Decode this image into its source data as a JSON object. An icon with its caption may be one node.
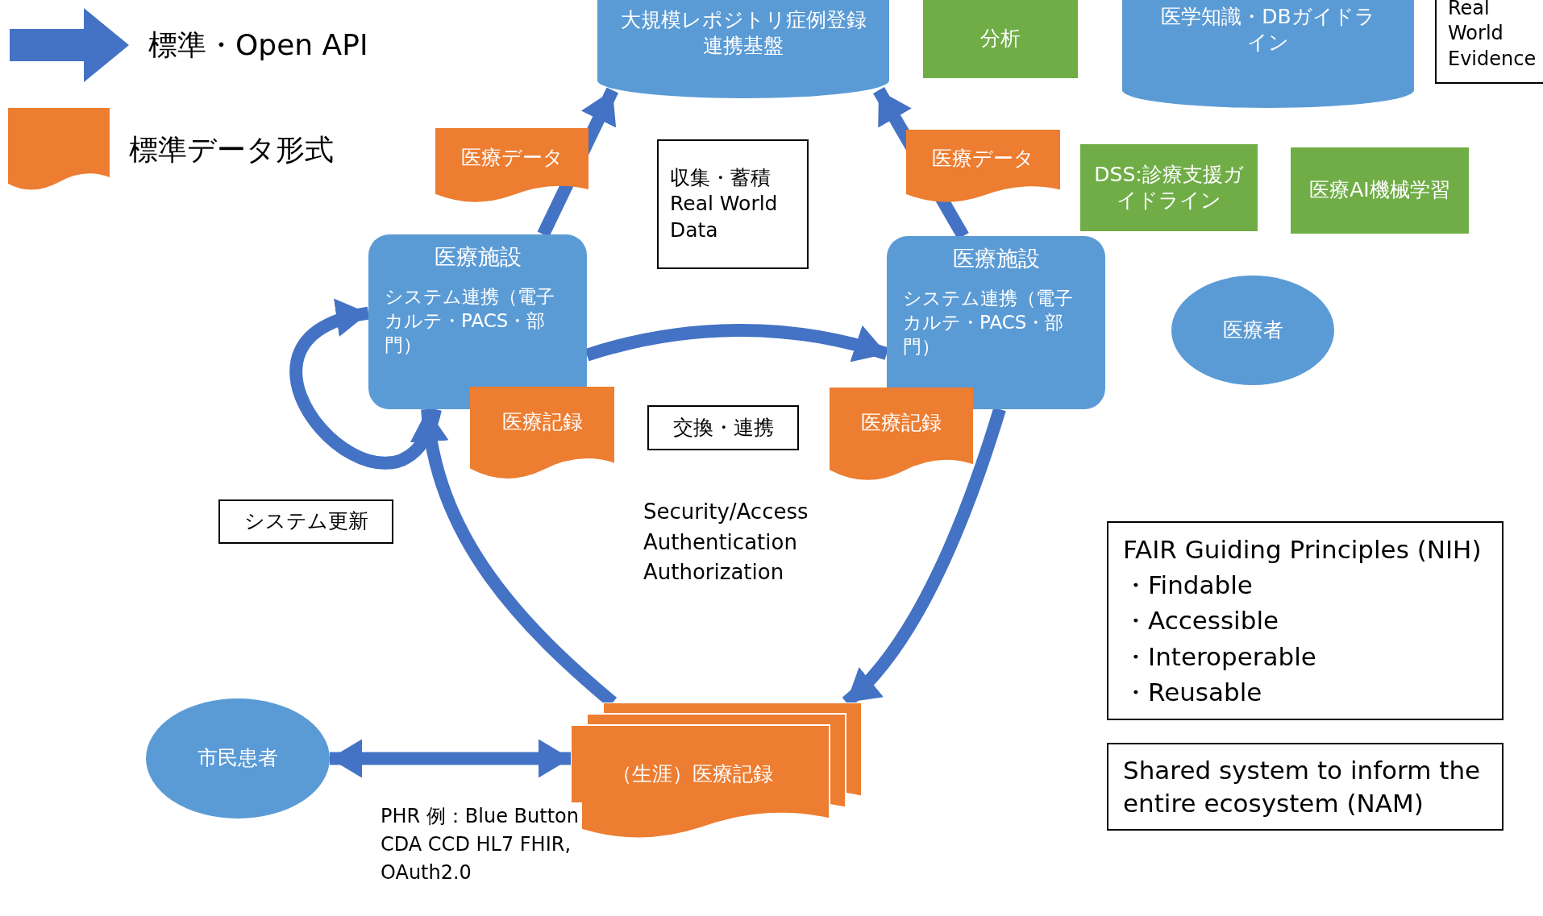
{
  "diagram": {
    "nodes": [
      {
        "text": [
          "大規模レポジトリ症例登録連携基盤"
        ]
      },
      {
        "text": [
          "分析"
        ]
      },
      {
        "text": [
          "医学知識・DBガイドライン"
        ]
      },
      {
        "text": [
          "Real World Evidence"
        ]
      },
      {
        "text": [
          "収集・蓄積 Real World Data"
        ]
      },
      {
        "text": [
          "DSS:診療支援ガイドライン"
        ]
      },
      {
        "text": [
          "医療AI機械学習"
        ]
      },
      {
        "text": [
          "医療施設",
          "システム連携（電子カルテ・PACS・部門）"
        ]
      },
      {
        "text": [
          "医療記録"
        ]
      },
      {
        "text": [
          "交換・連携"
        ]
      },
      {
        "text": [
          "医療施設",
          "システム連携（電子カルテ・PACS・部門）"
        ]
      },
      {
        "text": [
          "医療記録"
        ]
      },
      {
        "text": [
          "医療者"
        ]
      },
      {
        "text": [
          "システム更新"
        ]
      },
      {
        "text": [
          "市民患者"
        ]
      },
      {
        "text": [
          "（生涯）医療記録"
        ]
      },
      {
        "text": [
          "FAIR Guiding Principles (NIH)",
          "・Findable",
          "・Accessible",
          "・Interoperable",
          "・Reusable"
        ]
      },
      {
        "text": [
          "Shared system to inform the entire ecosystem (NAM)"
        ]
      }
    ],
    "edges": [
      {
        "from": 7,
        "to": 0,
        "arrow": "to",
        "label": "医療データ"
      },
      {
        "from": 10,
        "to": 0,
        "arrow": "to",
        "label": "医療データ"
      },
      {
        "from": 7,
        "to": 7,
        "arrow": "to"
      },
      {
        "from": 7,
        "to": 10,
        "arrow": "to"
      },
      {
        "from": 15,
        "to": 7,
        "arrow": "to"
      },
      {
        "from": 10,
        "to": 15,
        "arrow": "to"
      },
      {
        "from": 14,
        "to": 15,
        "arrow": "both",
        "label": "PHR 例：Blue Button CDA CCD HL7 FHIR, OAuth2.0"
      }
    ],
    "labels": [
      "Security/Access Authentication Authorization"
    ],
    "legend": [
      {
        "text": "標準・Open API"
      },
      {
        "text": "標準データ形式"
      }
    ]
  }
}
